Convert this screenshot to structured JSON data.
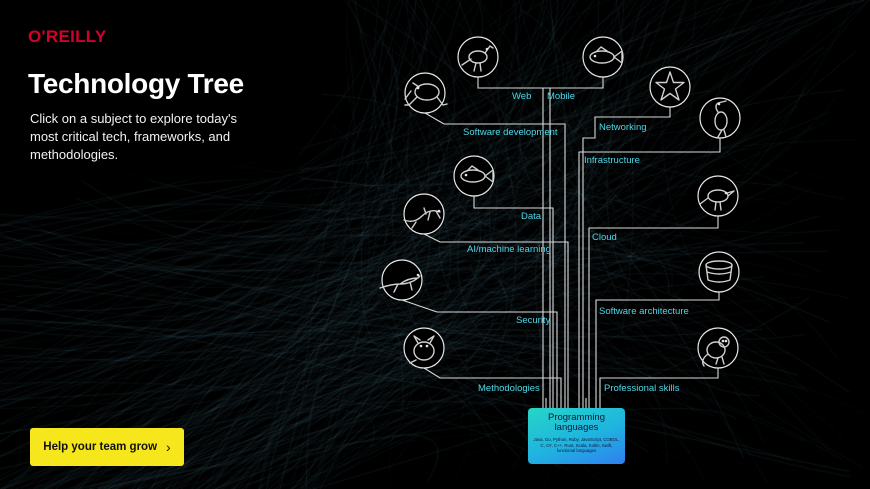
{
  "brand": {
    "logo_text": "O'REILLY",
    "logo_color": "#d3002d"
  },
  "hero": {
    "title": "Technology Tree",
    "subtitle": "Click on a subject to explore today's most critical tech, frameworks, and methodologies."
  },
  "cta": {
    "label": "Help your team grow",
    "icon": "chevron-right-icon",
    "color": "#f5e71c"
  },
  "tree": {
    "accent_color": "#4fd7e8",
    "root": {
      "title": "Programming languages",
      "languages": "Java, Go, Python, Ruby, JavaScript, COBOL, C, C#, C++, Rust, Scala, Kotlin, Swift, functional languages"
    },
    "subjects": [
      {
        "id": "web",
        "label": "Web",
        "icon": "bird-icon"
      },
      {
        "id": "mobile",
        "label": "Mobile",
        "icon": "fish-icon"
      },
      {
        "id": "software-development",
        "label": "Software development",
        "icon": "frog-icon"
      },
      {
        "id": "networking",
        "label": "Networking",
        "icon": "starfish-icon"
      },
      {
        "id": "infrastructure",
        "label": "Infrastructure",
        "icon": "heron-icon"
      },
      {
        "id": "data",
        "label": "Data",
        "icon": "fish-icon"
      },
      {
        "id": "ai-ml",
        "label": "AI/machine learning",
        "icon": "salamander-icon"
      },
      {
        "id": "cloud",
        "label": "Cloud",
        "icon": "songbird-icon"
      },
      {
        "id": "security",
        "label": "Security",
        "icon": "lizard-icon"
      },
      {
        "id": "software-architecture",
        "label": "Software architecture",
        "icon": "basket-icon"
      },
      {
        "id": "methodologies",
        "label": "Methodologies",
        "icon": "marsupial-icon"
      },
      {
        "id": "professional-skills",
        "label": "Professional skills",
        "icon": "lemur-icon"
      }
    ]
  }
}
